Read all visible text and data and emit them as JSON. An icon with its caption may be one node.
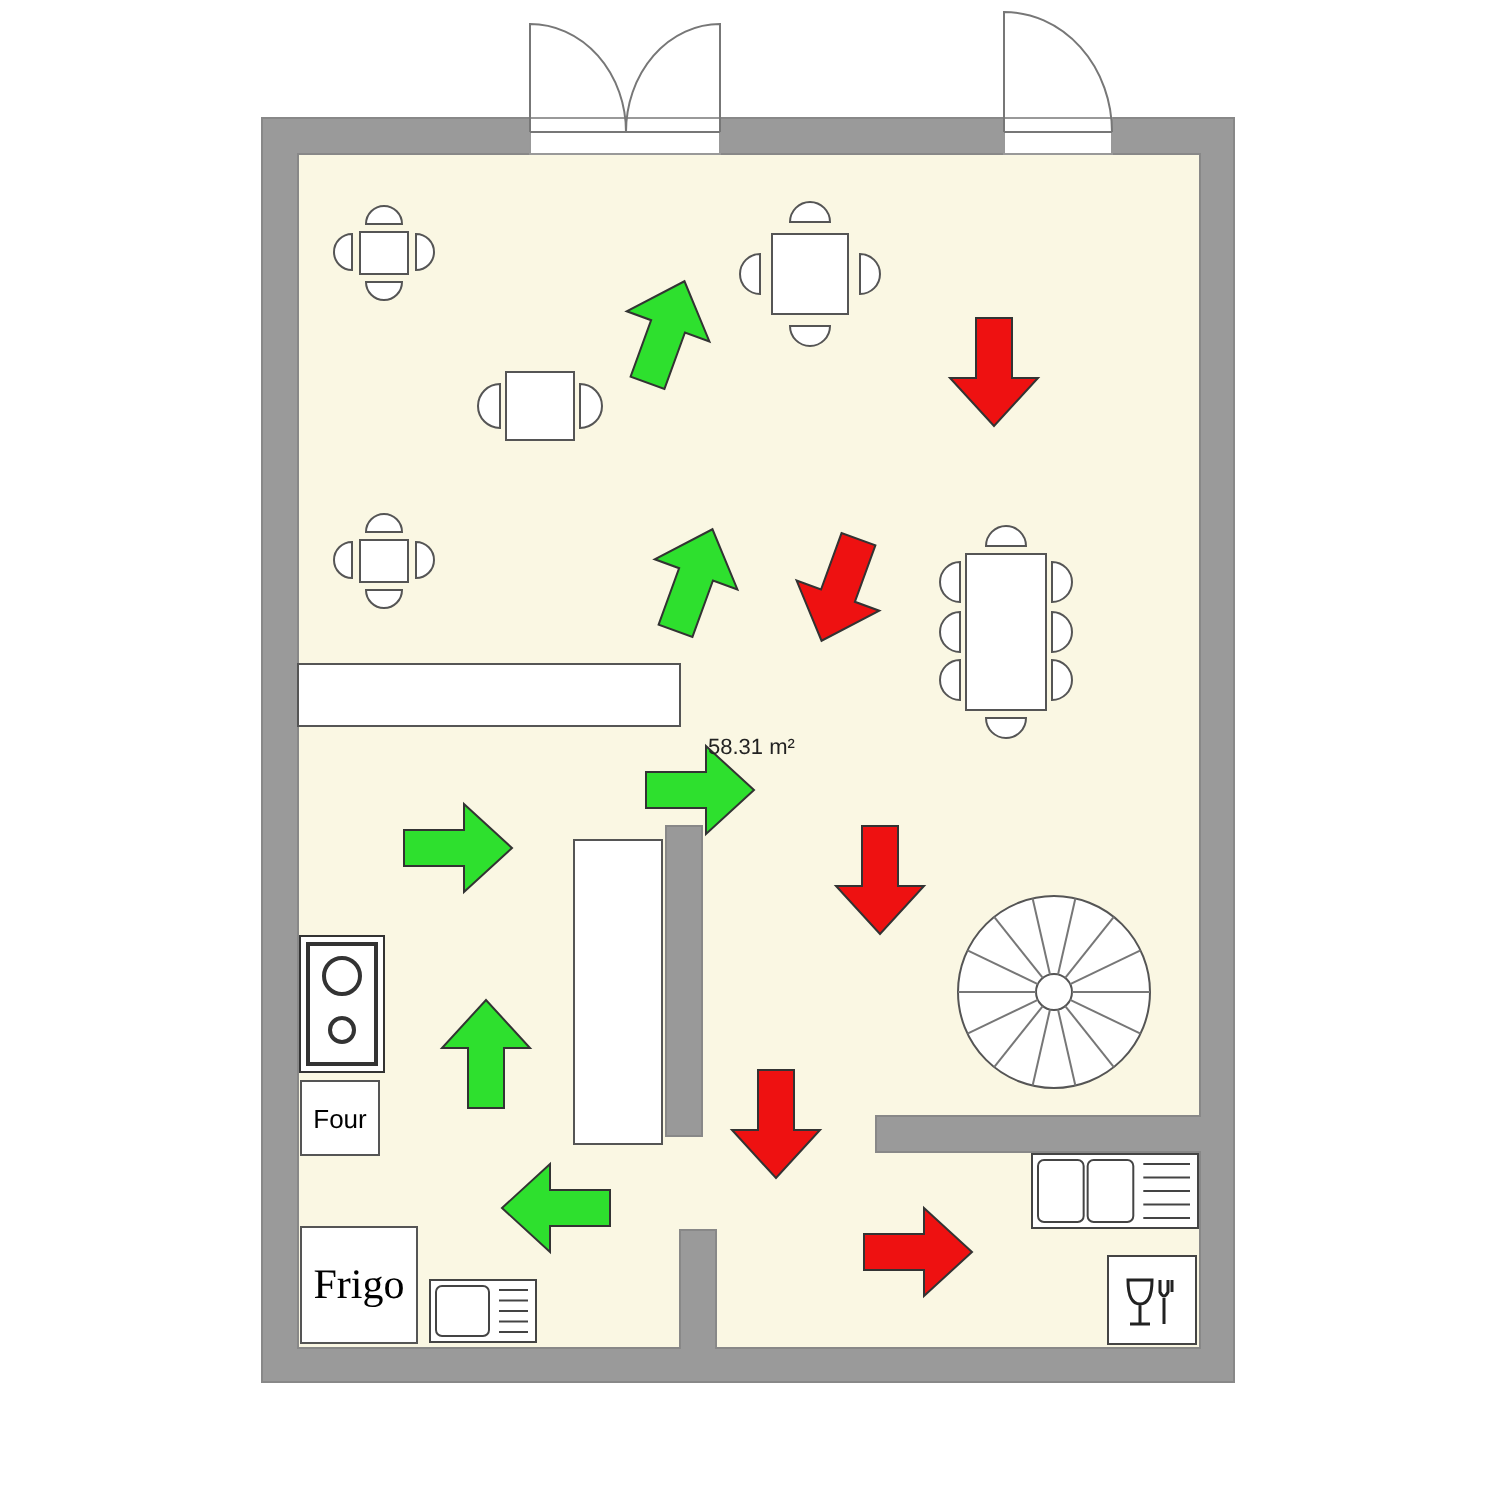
{
  "diagram": {
    "nodes": [
      {
        "text": [
          "Four"
        ]
      },
      {
        "text": [
          "Frigo"
        ]
      }
    ],
    "labels": [
      "58.31 m²"
    ]
  }
}
